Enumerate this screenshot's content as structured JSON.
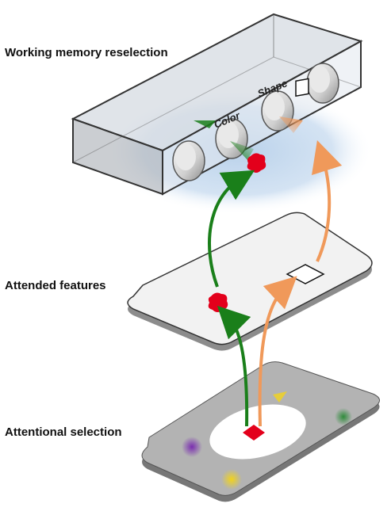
{
  "labels": {
    "working_memory": "Working memory reselection",
    "attended_features": "Attended features",
    "attentional_selection": "Attentional selection",
    "color": "Color",
    "shape": "Shape"
  },
  "colors": {
    "green_arrow": "#1a7f1a",
    "orange_arrow": "#f0995a",
    "red_feature": "#e3001b",
    "memory_glow": "#bcd3ec",
    "purple_blob": "#7a2db0",
    "yellow_blob": "#f2d31b",
    "green_blob": "#2e8b3a"
  },
  "icons": [
    "color-chip-icon",
    "shape-square-icon",
    "red-blob-icon",
    "red-diamond-icon"
  ]
}
